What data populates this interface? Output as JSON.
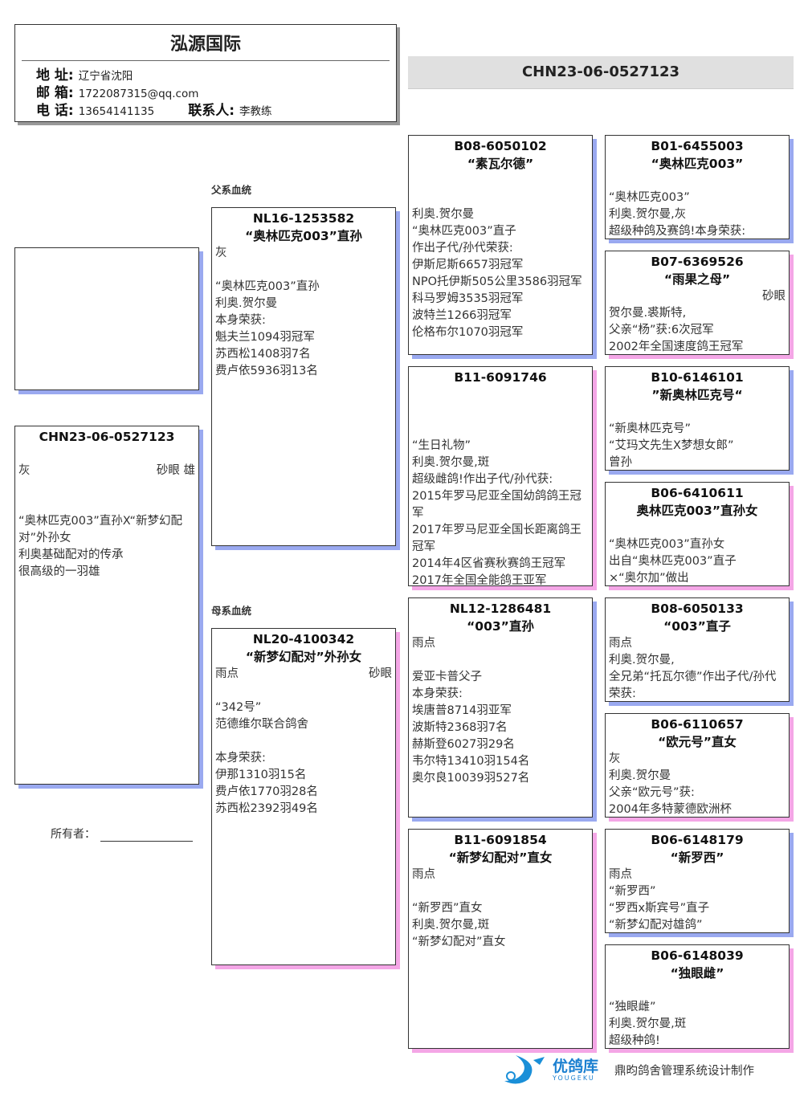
{
  "header": {
    "title": "泓源国际",
    "address_label": "地 址:",
    "address": "辽宁省沈阳",
    "email_label": "邮 箱:",
    "email": "1722087315@qq.com",
    "phone_label": "电 话:",
    "phone": "13654141135",
    "contact_label": "联系人:",
    "contact": "李教练"
  },
  "ring_id": "CHN23-06-0527123",
  "labels": {
    "sire_line": "父系血统",
    "dam_line": "母系血统",
    "owner": "所有者："
  },
  "footer": {
    "brand": "优鸽库",
    "brand_en": "YOUGEKU",
    "credit": "鼎昀鸽舍管理系统设计制作"
  },
  "boxes": {
    "subject": {
      "title": [
        "CHN23-06-0527123"
      ],
      "lines": [
        "",
        {
          "l": "灰",
          "r": "砂眼  雄"
        },
        "",
        "",
        "“奥林匹克003”直孙X“新梦幻配对”外孙女",
        "利奥基础配对的传承",
        "很高级的一羽雄"
      ]
    },
    "sire": {
      "title": [
        "NL16-1253582",
        "“奥林匹克003”直孙"
      ],
      "lines": [
        "灰",
        "",
        "“奥林匹克003”直孙",
        "利奥.贺尔曼",
        "本身荣获:",
        "魁夫兰1094羽冠军",
        "苏西松1408羽7名",
        "费卢依5936羽13名"
      ]
    },
    "dam": {
      "title": [
        "NL20-4100342",
        "“新梦幻配对”外孙女"
      ],
      "lines": [
        {
          "l": "雨点",
          "r": "砂眼"
        },
        "",
        "“342号”",
        "范德维尔联合鸽舍",
        "",
        "本身荣获:",
        "伊那1310羽15名",
        "费卢依1770羽28名",
        "苏西松2392羽49名"
      ]
    },
    "ss": {
      "title": [
        "B08-6050102",
        "“素瓦尔德”"
      ],
      "lines": [
        "",
        "",
        "利奥.贺尔曼",
        "“奥林匹克003”直子",
        "作出子代/孙代荣获:",
        "伊斯尼斯6657羽冠军",
        "NPO托伊斯505公里3586羽冠军",
        "科马罗姆3535羽冠军",
        "波特兰1266羽冠军",
        "伦格布尔1070羽冠军"
      ]
    },
    "sd": {
      "title": [
        "B11-6091746",
        ""
      ],
      "lines": [
        "",
        "",
        "“生日礼物”",
        "利奥.贺尔曼,斑",
        "超级雌鸽!作出子代/孙代获:",
        "2015年罗马尼亚全国幼鸽鸽王冠军",
        "2017年罗马尼亚全国长距离鸽王冠军",
        "2014年4区省赛秋赛鸽王冠军",
        "2017年全国全能鸽王亚军"
      ]
    },
    "ds": {
      "title": [
        "NL12-1286481",
        "“003”直孙"
      ],
      "lines": [
        "雨点",
        "",
        "爱亚卡普父子",
        "本身荣获:",
        "埃唐普8714羽亚军",
        "波斯特2368羽7名",
        "赫斯登6027羽29名",
        "韦尔特13410羽154名",
        "奥尔良10039羽527名"
      ]
    },
    "dd": {
      "title": [
        "B11-6091854",
        "“新梦幻配对”直女"
      ],
      "lines": [
        "雨点",
        "",
        "“新罗西”直女",
        "利奥.贺尔曼,斑",
        "“新梦幻配对”直女"
      ]
    },
    "sss": {
      "title": [
        "B01-6455003",
        "“奥林匹克003”"
      ],
      "lines": [
        "",
        "“奥林匹克003”",
        "利奥.贺尔曼,灰",
        "超级种鸽及赛鸽!本身荣获:"
      ]
    },
    "ssd": {
      "title": [
        "B07-6369526",
        "“雨果之母”"
      ],
      "lines": [
        {
          "l": "",
          "r": "砂眼"
        },
        "贺尔曼.裘斯特,",
        "父亲“杨”获:6次冠军",
        "2002年全国速度鸽王冠军"
      ]
    },
    "sds": {
      "title": [
        "B10-6146101",
        "”新奥林匹克号“"
      ],
      "lines": [
        "",
        "“新奥林匹克号”",
        "“艾玛文先生X梦想女郎”",
        "曾孙"
      ]
    },
    "sdd": {
      "title": [
        "B06-6410611",
        "奥林匹克003”直孙女"
      ],
      "lines": [
        "",
        "“奥林匹克003”直孙女",
        "出自“奥林匹克003”直子",
        "×“奥尔加”做出"
      ]
    },
    "dss": {
      "title": [
        "B08-6050133",
        "“003”直子"
      ],
      "lines": [
        "雨点",
        "利奥.贺尔曼,",
        "全兄弟“托瓦尔德”作出子代/孙代荣获:"
      ]
    },
    "dsd": {
      "title": [
        "B06-6110657",
        "“欧元号”直女"
      ],
      "lines": [
        "灰",
        "利奥.贺尔曼",
        "父亲“欧元号”获:",
        "2004年多特蒙德欧洲杯"
      ]
    },
    "dds": {
      "title": [
        "B06-6148179",
        "“新罗西”"
      ],
      "lines": [
        "雨点",
        "“新罗西”",
        "“罗西x斯宾号”直子",
        "“新梦幻配对雄鸽”"
      ]
    },
    "ddd": {
      "title": [
        "B06-6148039",
        "“独眼雌”"
      ],
      "lines": [
        "",
        "“独眼雌”",
        "利奥.贺尔曼,斑",
        "超级种鸽!"
      ]
    }
  }
}
